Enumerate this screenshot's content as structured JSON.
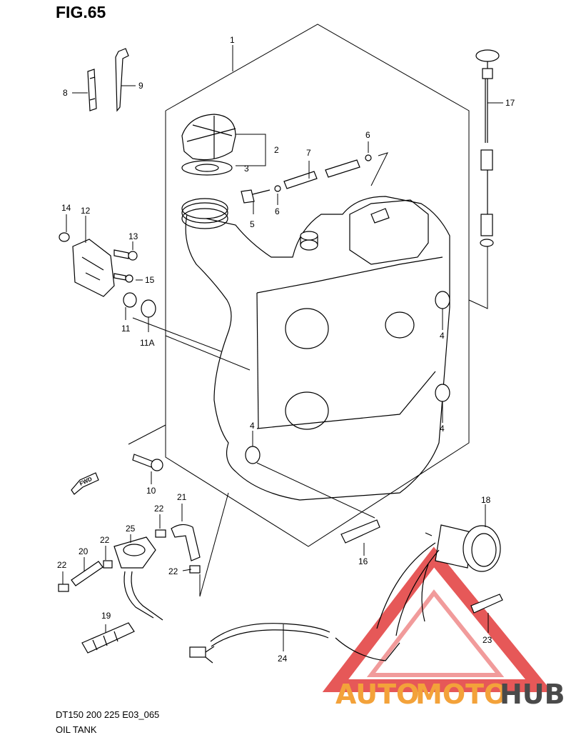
{
  "figure": {
    "title": "FIG.65",
    "model_code": "DT150 200 225 E03_065",
    "name": "OIL TANK"
  },
  "callouts": {
    "c1": "1",
    "c2": "2",
    "c3": "3",
    "c4a": "4",
    "c4b": "4",
    "c4c": "4",
    "c5": "5",
    "c6a": "6",
    "c6b": "6",
    "c7": "7",
    "c8": "8",
    "c9": "9",
    "c10": "10",
    "c11": "11",
    "c11a": "11A",
    "c12": "12",
    "c13": "13",
    "c14": "14",
    "c15": "15",
    "c16": "16",
    "c17": "17",
    "c18": "18",
    "c19": "19",
    "c20": "20",
    "c21": "21",
    "c22a": "22",
    "c22b": "22",
    "c22c": "22",
    "c22d": "22",
    "c23": "23",
    "c24": "24",
    "c25": "25"
  },
  "fwd_label": "FWD",
  "watermark": {
    "text_a": "AUTO",
    "text_b": "MOTO",
    "text_c": "HUB",
    "color_a": "#f3a23a",
    "color_c": "#4a4a4a",
    "logo_color": "#e23b3b"
  }
}
